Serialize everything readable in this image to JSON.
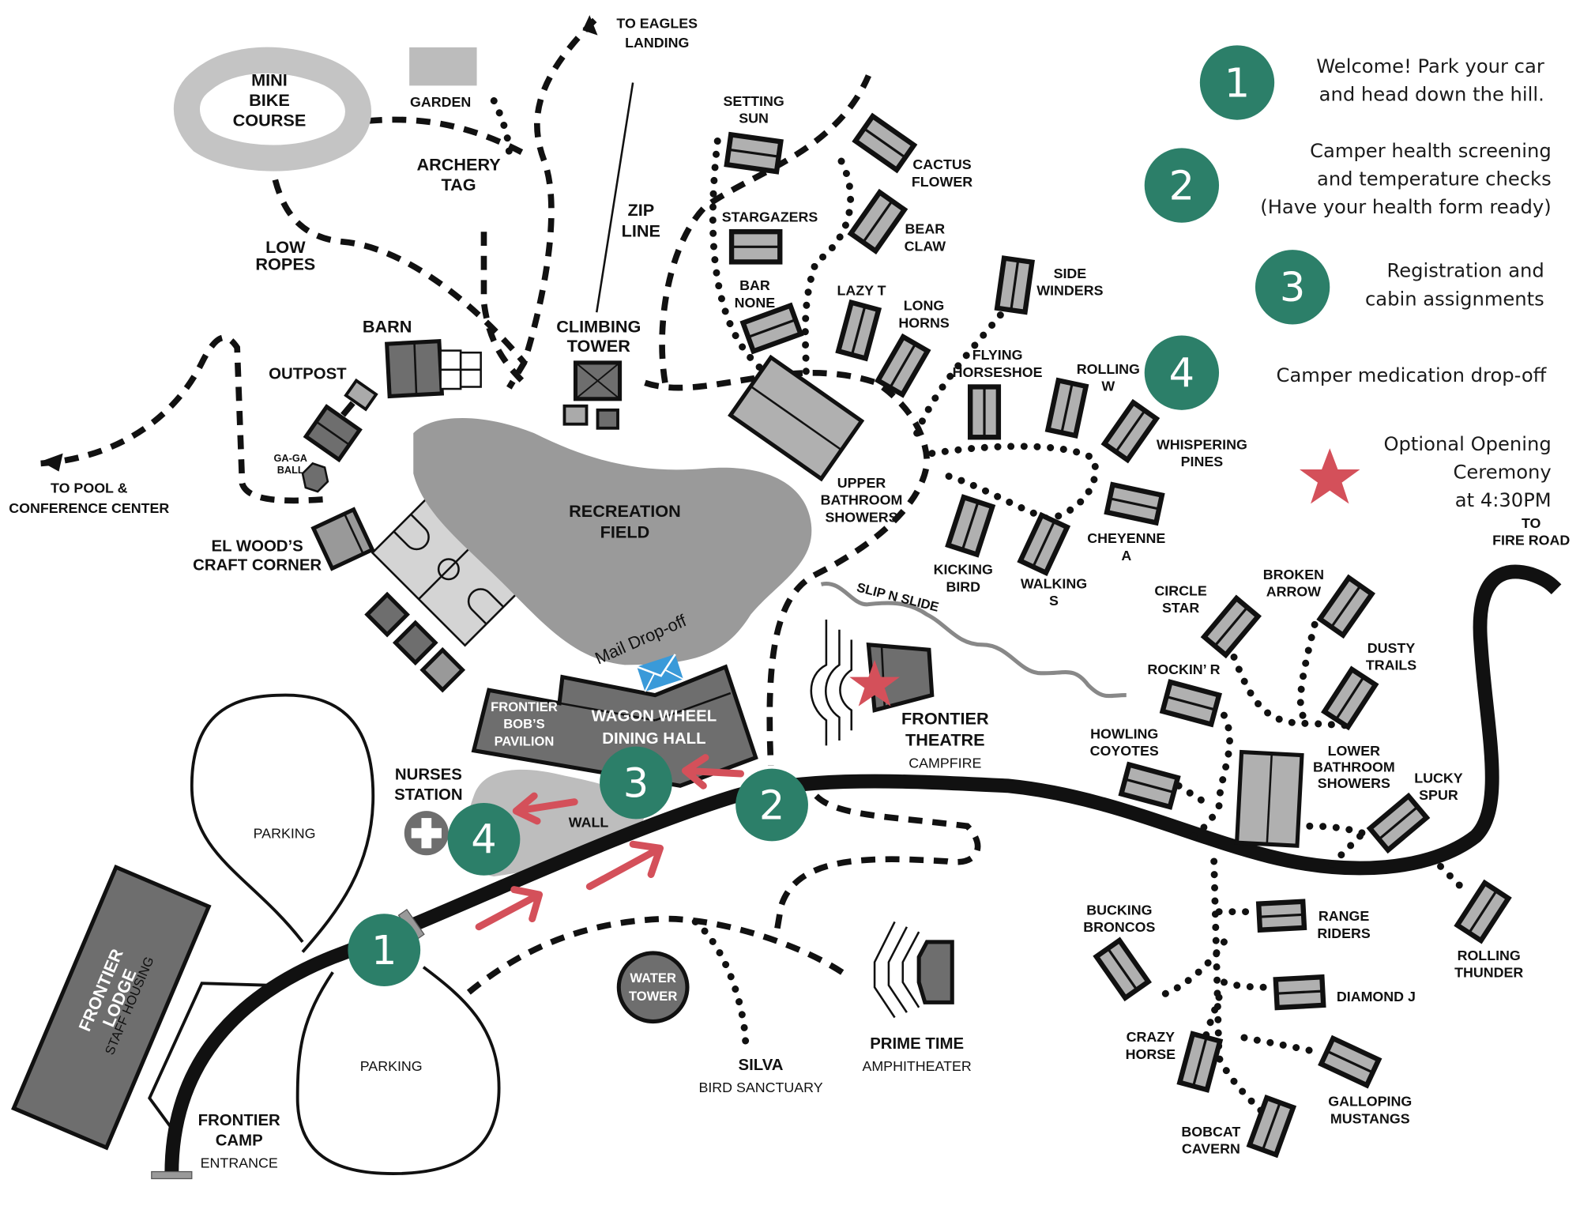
{
  "map": {
    "title": "Frontier Camp Map",
    "colors": {
      "step_green": "#2c7f69",
      "arrow_red": "#d4505a",
      "star_red": "#d4505a",
      "mail_blue": "#3a9ad9",
      "building_dark": "#6e6e6e",
      "cabin_gray": "#b0b0b0",
      "field_gray": "#9a9a9a",
      "road": "#111111"
    }
  },
  "legend": {
    "steps": [
      {
        "number": "1",
        "lines": [
          "Welcome! Park your car",
          "and head down the hill."
        ]
      },
      {
        "number": "2",
        "lines": [
          "Camper health screening",
          "and temperature checks",
          "(Have your health form ready)"
        ]
      },
      {
        "number": "3",
        "lines": [
          "Registration and",
          "cabin assignments"
        ]
      },
      {
        "number": "4",
        "lines": [
          "Camper medication drop-off"
        ]
      }
    ],
    "star": {
      "icon": "star-icon",
      "lines": [
        "Optional Opening",
        "Ceremony",
        "at 4:30PM"
      ]
    }
  },
  "places": {
    "mini_bike": [
      "MINI",
      "BIKE",
      "COURSE"
    ],
    "garden": "GARDEN",
    "eagles": [
      "TO EAGLES",
      "LANDING"
    ],
    "archery": [
      "ARCHERY",
      "TAG"
    ],
    "zip": [
      "ZIP",
      "LINE"
    ],
    "low_ropes": [
      "LOW",
      "ROPES"
    ],
    "barn": "BARN",
    "outpost": "OUTPOST",
    "climbing": [
      "CLIMBING",
      "TOWER"
    ],
    "gaga": [
      "GA-GA",
      "BALL"
    ],
    "pool": [
      "TO POOL &",
      "CONFERENCE CENTER"
    ],
    "craft": [
      "EL WOOD’S",
      "CRAFT CORNER"
    ],
    "rec_field": [
      "RECREATION",
      "FIELD"
    ],
    "upper_bath": [
      "UPPER",
      "BATHROOM",
      "SHOWERS"
    ],
    "mail": "Mail Drop-off",
    "pavilion": [
      "FRONTIER",
      "BOB’S",
      "PAVILION"
    ],
    "dining": [
      "WAGON WHEEL",
      "DINING HALL"
    ],
    "nurses": [
      "NURSES",
      "STATION"
    ],
    "wall": "WALL",
    "slip": "SLIP N SLIDE",
    "theatre": [
      "FRONTIER",
      "THEATRE"
    ],
    "theatre_sub": "CAMPFIRE",
    "parking_top": "PARKING",
    "parking_bottom": "PARKING",
    "lodge": [
      "FRONTIER",
      "LODGE"
    ],
    "lodge_sub": "STAFF HOUSING",
    "entrance": [
      "FRONTIER",
      "CAMP"
    ],
    "entrance_sub": "ENTRANCE",
    "water": [
      "WATER",
      "TOWER"
    ],
    "silva": "SILVA",
    "silva_sub": "BIRD SANCTUARY",
    "prime": "PRIME TIME",
    "prime_sub": "AMPHITHEATER",
    "lower_bath": [
      "LOWER",
      "BATHROOM",
      "SHOWERS"
    ],
    "fire_road": [
      "TO",
      "FIRE ROAD"
    ]
  },
  "cabins": [
    {
      "name": "SETTING SUN",
      "lines": [
        "SETTING",
        "SUN"
      ]
    },
    {
      "name": "STARGAZERS",
      "lines": [
        "STARGAZERS"
      ]
    },
    {
      "name": "BAR NONE",
      "lines": [
        "BAR",
        "NONE"
      ]
    },
    {
      "name": "CACTUS FLOWER",
      "lines": [
        "CACTUS",
        "FLOWER"
      ]
    },
    {
      "name": "BEAR CLAW",
      "lines": [
        "BEAR",
        "CLAW"
      ]
    },
    {
      "name": "LAZY T",
      "lines": [
        "LAZY T"
      ]
    },
    {
      "name": "LONG HORNS",
      "lines": [
        "LONG",
        "HORNS"
      ]
    },
    {
      "name": "SIDE WINDERS",
      "lines": [
        "SIDE",
        "WINDERS"
      ]
    },
    {
      "name": "FLYING HORSESHOE",
      "lines": [
        "FLYING",
        "HORSESHOE"
      ]
    },
    {
      "name": "ROLLING W",
      "lines": [
        "ROLLING",
        "W"
      ]
    },
    {
      "name": "WHISPERING PINES",
      "lines": [
        "WHISPERING",
        "PINES"
      ]
    },
    {
      "name": "CHEYENNE A",
      "lines": [
        "CHEYENNE",
        "A"
      ]
    },
    {
      "name": "KICKING BIRD",
      "lines": [
        "KICKING",
        "BIRD"
      ]
    },
    {
      "name": "WALKING S",
      "lines": [
        "WALKING",
        "S"
      ]
    },
    {
      "name": "CIRCLE STAR",
      "lines": [
        "CIRCLE",
        "STAR"
      ]
    },
    {
      "name": "BROKEN ARROW",
      "lines": [
        "BROKEN",
        "ARROW"
      ]
    },
    {
      "name": "DUSTY TRAILS",
      "lines": [
        "DUSTY",
        "TRAILS"
      ]
    },
    {
      "name": "ROCKIN’ R",
      "lines": [
        "ROCKIN’ R"
      ]
    },
    {
      "name": "HOWLING COYOTES",
      "lines": [
        "HOWLING",
        "COYOTES"
      ]
    },
    {
      "name": "LUCKY SPUR",
      "lines": [
        "LUCKY",
        "SPUR"
      ]
    },
    {
      "name": "RANGE RIDERS",
      "lines": [
        "RANGE",
        "RIDERS"
      ]
    },
    {
      "name": "ROLLING THUNDER",
      "lines": [
        "ROLLING",
        "THUNDER"
      ]
    },
    {
      "name": "BUCKING BRONCOS",
      "lines": [
        "BUCKING",
        "BRONCOS"
      ]
    },
    {
      "name": "DIAMOND J",
      "lines": [
        "DIAMOND J"
      ]
    },
    {
      "name": "CRAZY HORSE",
      "lines": [
        "CRAZY",
        "HORSE"
      ]
    },
    {
      "name": "GALLOPING MUSTANGS",
      "lines": [
        "GALLOPING",
        "MUSTANGS"
      ]
    },
    {
      "name": "BOBCAT CAVERN",
      "lines": [
        "BOBCAT",
        "CAVERN"
      ]
    }
  ],
  "map_steps": [
    "1",
    "2",
    "3",
    "4"
  ]
}
